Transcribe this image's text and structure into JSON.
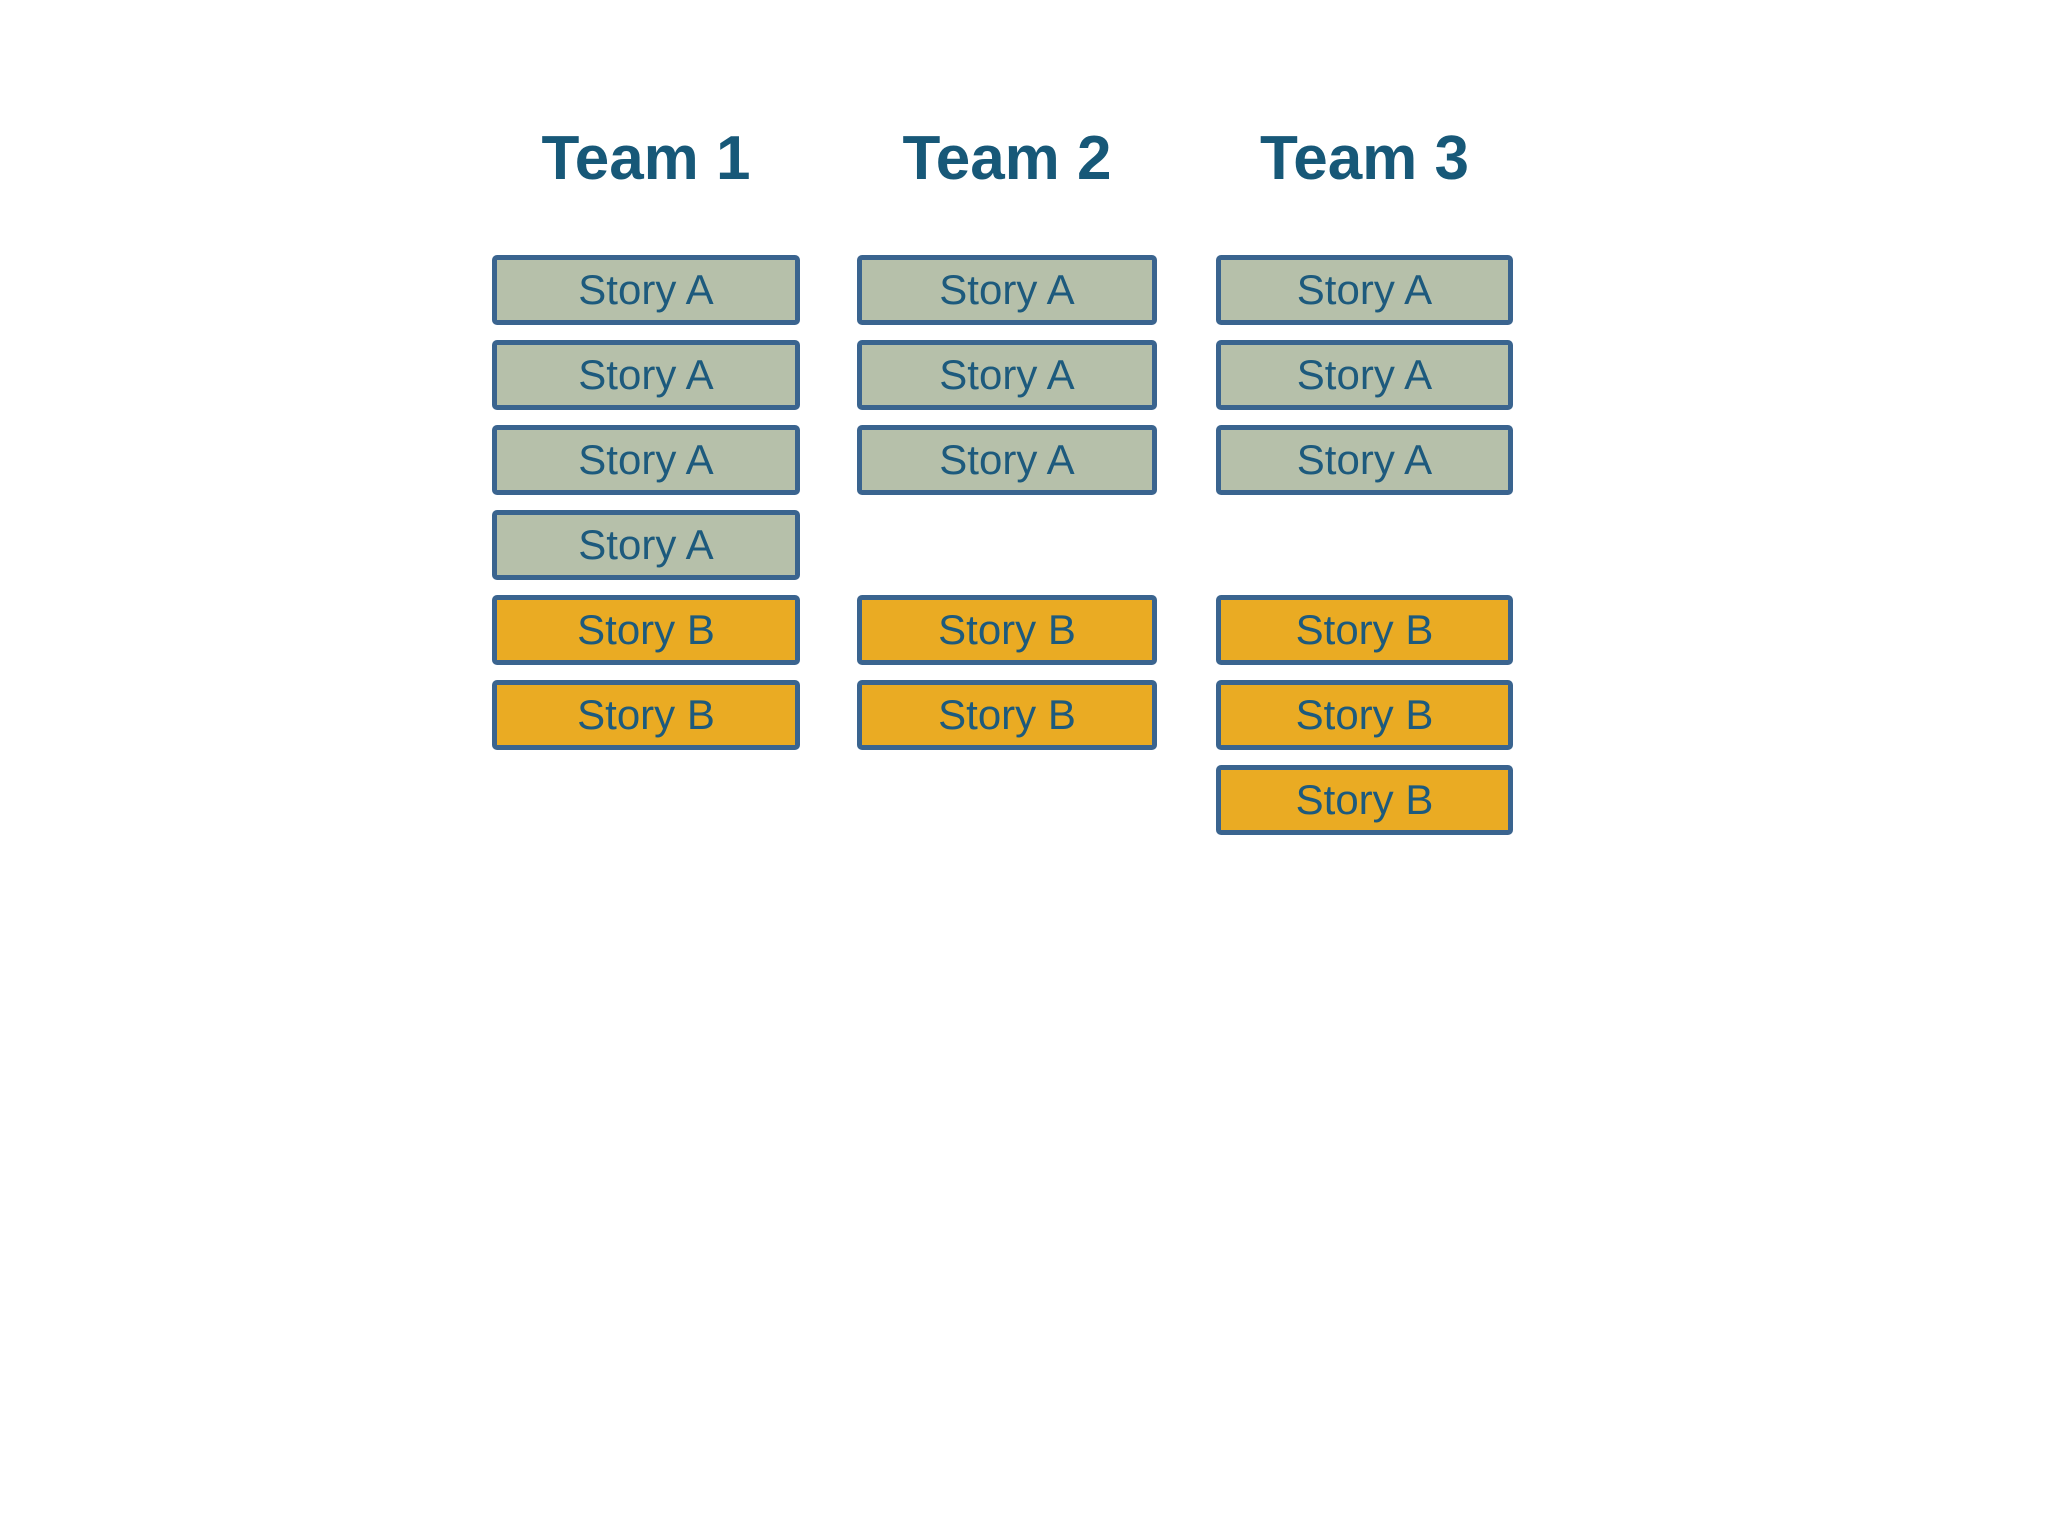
{
  "diagram": {
    "background": "#ffffff",
    "columns": [
      {
        "title": "Team 1",
        "cards": [
          {
            "label": "Story A",
            "type": "story-a",
            "row": 1
          },
          {
            "label": "Story A",
            "type": "story-a",
            "row": 2
          },
          {
            "label": "Story A",
            "type": "story-a",
            "row": 3
          },
          {
            "label": "Story A",
            "type": "story-a",
            "row": 4
          },
          {
            "label": "Story B",
            "type": "story-b",
            "row": 5
          },
          {
            "label": "Story B",
            "type": "story-b",
            "row": 6
          }
        ]
      },
      {
        "title": "Team 2",
        "cards": [
          {
            "label": "Story A",
            "type": "story-a",
            "row": 1
          },
          {
            "label": "Story A",
            "type": "story-a",
            "row": 2
          },
          {
            "label": "Story A",
            "type": "story-a",
            "row": 3
          },
          {
            "label": "Story B",
            "type": "story-b",
            "row": 5
          },
          {
            "label": "Story B",
            "type": "story-b",
            "row": 6
          }
        ]
      },
      {
        "title": "Team 3",
        "cards": [
          {
            "label": "Story A",
            "type": "story-a",
            "row": 1
          },
          {
            "label": "Story A",
            "type": "story-a",
            "row": 2
          },
          {
            "label": "Story A",
            "type": "story-a",
            "row": 3
          },
          {
            "label": "Story B",
            "type": "story-b",
            "row": 5
          },
          {
            "label": "Story B",
            "type": "story-b",
            "row": 6
          },
          {
            "label": "Story B",
            "type": "story-b",
            "row": 7
          }
        ]
      }
    ]
  },
  "colors": {
    "header_text": "#175878",
    "card_text": "#1d5a7d",
    "card_border": "#3a648f",
    "story_a_fill": "#b6c0aa",
    "story_b_fill": "#eaab23",
    "background": "#ffffff"
  }
}
